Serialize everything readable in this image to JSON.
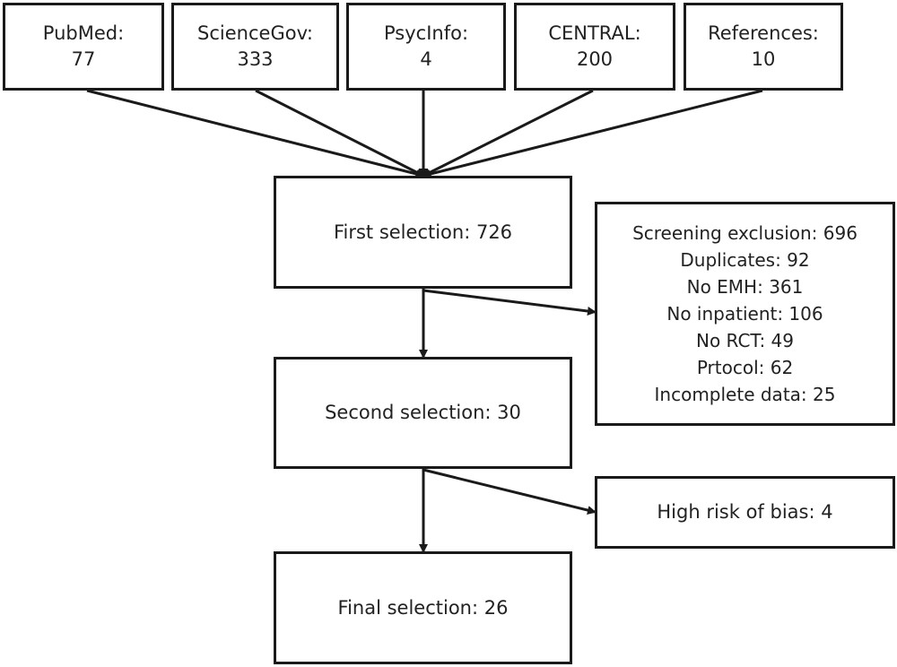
{
  "sources": [
    {
      "name": "PubMed:",
      "count": "77"
    },
    {
      "name": "ScienceGov:",
      "count": "333"
    },
    {
      "name": "PsycInfo:",
      "count": "4"
    },
    {
      "name": "CENTRAL:",
      "count": "200"
    },
    {
      "name": "References:",
      "count": "10"
    }
  ],
  "stages": {
    "first": "First selection: 726",
    "second": "Second selection: 30",
    "final": "Final selection: 26"
  },
  "exclusions": {
    "screening": [
      "Screening exclusion: 696",
      "Duplicates: 92",
      "No EMH: 361",
      "No inpatient: 106",
      "No RCT: 49",
      "Prtocol: 62",
      "Incomplete data: 25"
    ],
    "bias": "High risk of bias: 4"
  },
  "colors": {
    "line": "#1a1a1a",
    "text": "#222222",
    "background": "#ffffff"
  }
}
